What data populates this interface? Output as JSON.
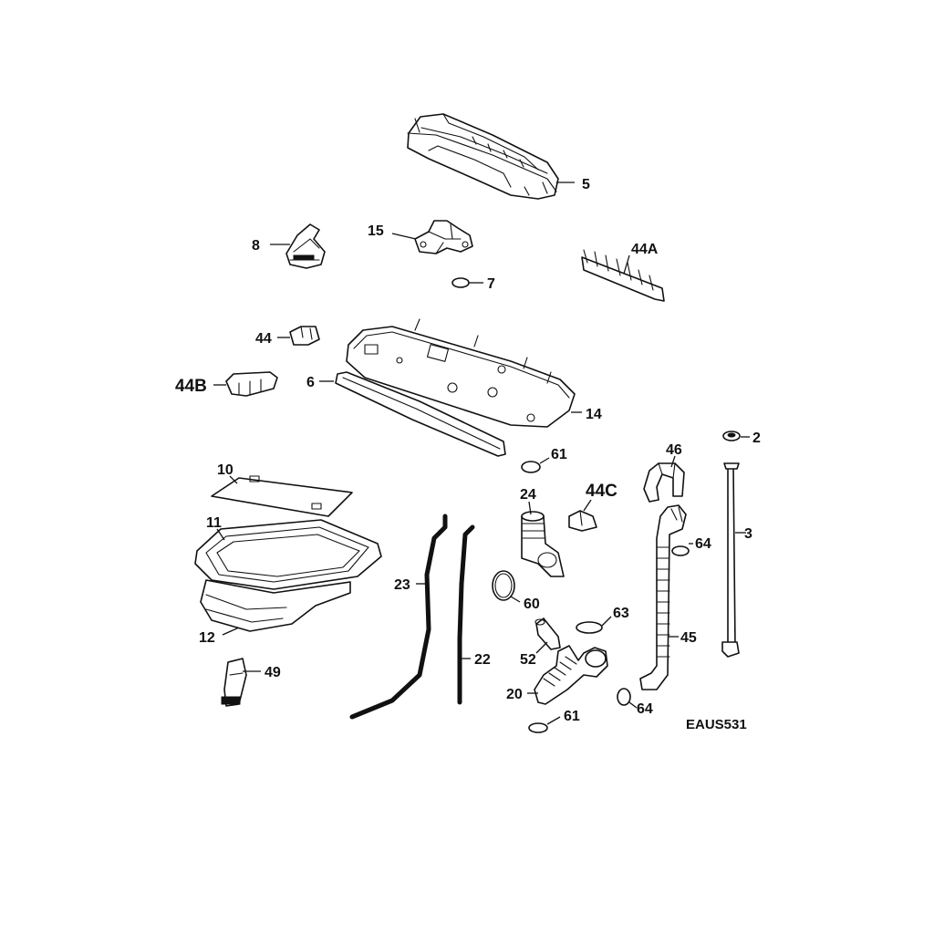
{
  "diagram": {
    "code": "EAUS531",
    "callouts": {
      "p5": "5",
      "p8": "8",
      "p15": "15",
      "p44A": "44A",
      "p7": "7",
      "p44": "44",
      "p44B": "44B",
      "p6": "6",
      "p14": "14",
      "p2": "2",
      "p61a": "61",
      "p46": "46",
      "p10": "10",
      "p44C": "44C",
      "p24": "24",
      "p11": "11",
      "p64a": "64",
      "p3": "3",
      "p23": "23",
      "p60": "60",
      "p63": "63",
      "p12": "12",
      "p45": "45",
      "p52": "52",
      "p22": "22",
      "p49": "49",
      "p20": "20",
      "p64b": "64",
      "p61b": "61"
    }
  }
}
